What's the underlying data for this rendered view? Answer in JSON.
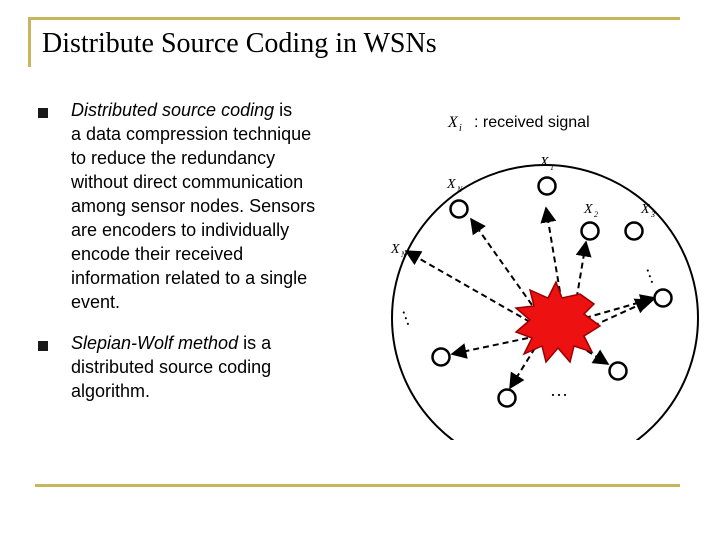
{
  "slide": {
    "title": "Distribute Source Coding in WSNs",
    "bullets": [
      {
        "term": "Distributed source coding",
        "first_line_rest": " is",
        "lines": [
          "a data compression technique",
          "to reduce the redundancy",
          "without direct communication",
          "among sensor nodes. Sensors",
          "are encoders to individually",
          "encode their received",
          "information related to a single",
          "event."
        ]
      },
      {
        "term": "Slepian-Wolf method",
        "first_line_rest": " is a",
        "lines": [
          "distributed source coding",
          "algorithm."
        ]
      }
    ]
  },
  "diagram": {
    "legend": {
      "symbol": "X",
      "subscript": "i",
      "text": ": received signal"
    },
    "node_labels": [
      {
        "base": "X",
        "sub": "1"
      },
      {
        "base": "X",
        "sub": "2"
      },
      {
        "base": "X",
        "sub": "3"
      },
      {
        "base": "X",
        "sub": "N"
      },
      {
        "base": "X",
        "sub": "N−1"
      }
    ],
    "ellipsis": "…",
    "colors": {
      "event_fill": "#EE1111",
      "event_stroke": "#990000",
      "accent_line": "#C8B560"
    }
  }
}
